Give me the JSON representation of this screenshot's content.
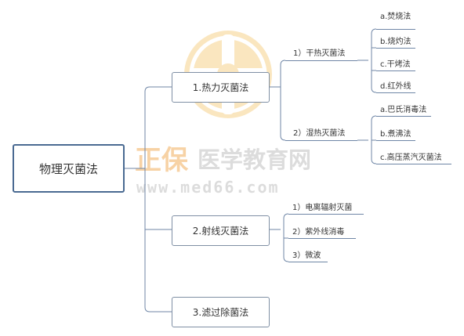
{
  "colors": {
    "line": "#6f86a6",
    "root_border": "#4a6a92",
    "node_border": "#7f8fa4",
    "text": "#333333",
    "watermark_gold": "#f6d28c",
    "watermark_orange": "#f2b56a",
    "watermark_gray": "#d7d7d7"
  },
  "watermark": {
    "brand_orange": "正保",
    "brand_gray": "医学教育网",
    "url": "www.med66.com",
    "logo_icon": "zhengbao-logo-icon"
  },
  "root": {
    "label": "物理灭菌法"
  },
  "branches": [
    {
      "label": "1.热力灭菌法",
      "subs": [
        {
          "label": "1）干热灭菌法",
          "leaves": [
            "a.焚烧法",
            "b.烧灼法",
            "c.干烤法",
            "d.红外线"
          ]
        },
        {
          "label": "2）湿热灭菌法",
          "leaves": [
            "a.巴氏消毒法",
            "b.煮沸法",
            "c.高压蒸汽灭菌法"
          ]
        }
      ]
    },
    {
      "label": "2.射线灭菌法",
      "leaves": [
        "1）电离辐射灭菌",
        "2）紫外线消毒",
        "3）微波"
      ]
    },
    {
      "label": "3.滤过除菌法"
    }
  ]
}
